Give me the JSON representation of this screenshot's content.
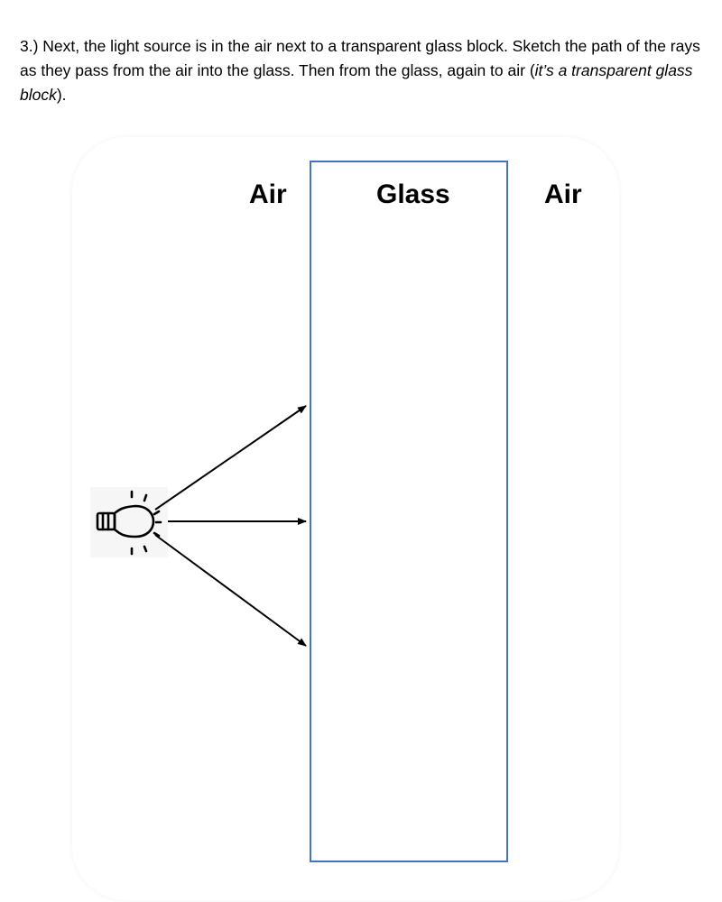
{
  "instructions": {
    "part1": "3.) Next, the light source is in the air next to a transparent glass block. Sketch the path of the rays as they pass from the air into the glass. Then from the glass, again to air (",
    "part_italic": "it’s a transparent glass block",
    "part2": ")."
  },
  "diagram": {
    "labels": {
      "air_left": "Air",
      "glass": "Glass",
      "air_right": "Air"
    },
    "icons": {
      "light_source": "light-bulb-icon"
    },
    "colors": {
      "glass_border": "#4472c4",
      "rays": "#000000",
      "bulb_background": "#f6f6f6"
    },
    "ray_count": 3
  }
}
